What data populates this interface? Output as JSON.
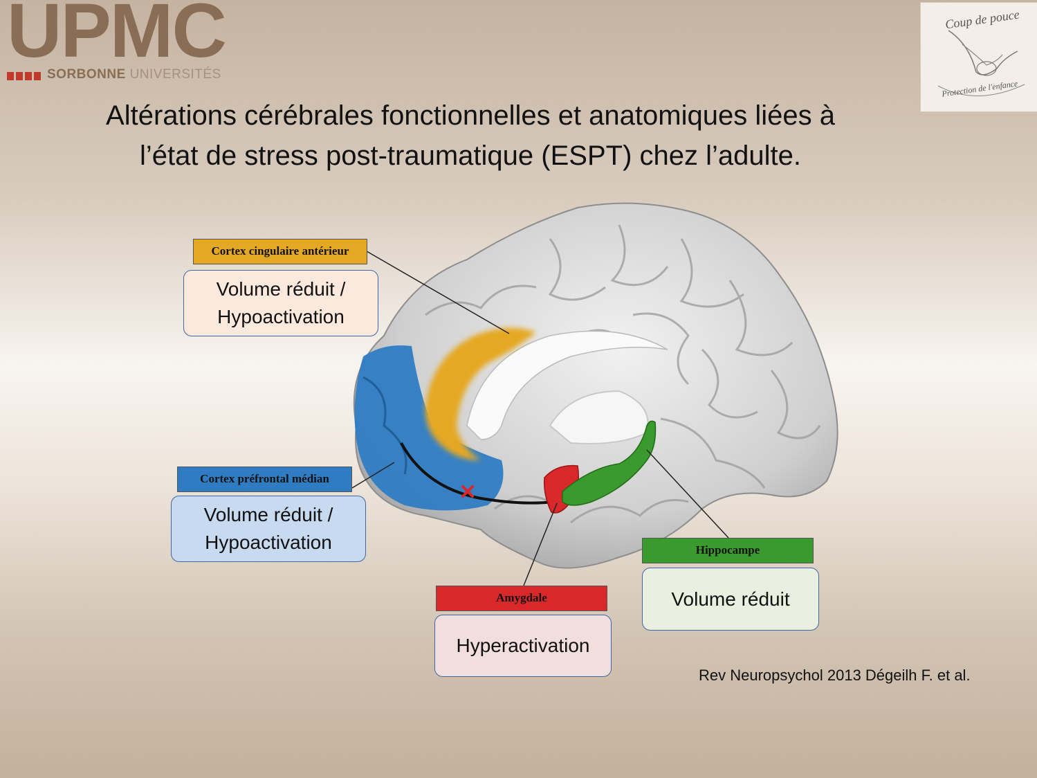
{
  "logo": {
    "letters": "UPMC",
    "sub_brand": "SORBONNE",
    "sub_brand_2": "UNIVERSITÉS",
    "badge_top": "Coup de pouce",
    "badge_bottom": "Protection de l'enfance"
  },
  "title": {
    "line1": "Altérations cérébrales fonctionnelles et anatomiques liées à",
    "line2": "l’état de stress post-traumatique (ESPT) chez l’adulte."
  },
  "regions": {
    "acc": {
      "header": "Cortex cingulaire antérieur",
      "line1": "Volume réduit /",
      "line2": "Hypoactivation",
      "color": "#e5a823"
    },
    "mpfc": {
      "header": "Cortex préfrontal médian",
      "line1": "Volume réduit /",
      "line2": "Hypoactivation",
      "color": "#2f7cc3"
    },
    "amygdala": {
      "header": "Amygdale",
      "text": "Hyperactivation",
      "color": "#d8282a"
    },
    "hippocampus": {
      "header": "Hippocampe",
      "text": "Volume réduit",
      "color": "#3a9a2e"
    }
  },
  "citation": "Rev Neuropsychol 2013 Dégeilh F. et al."
}
